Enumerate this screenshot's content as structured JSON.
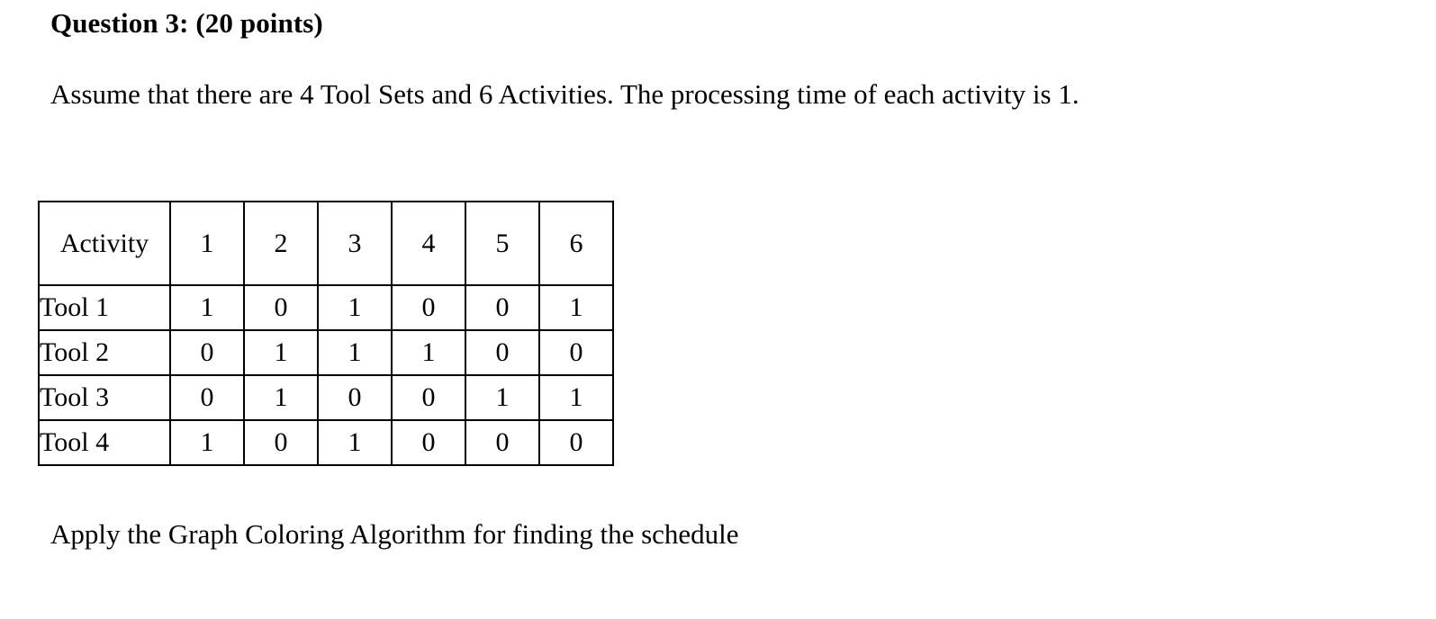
{
  "document": {
    "heading": "Question 3: (20 points)",
    "intro": "Assume that there are 4 Tool Sets and 6 Activities. The processing time of each activity is 1.",
    "closing": "Apply the Graph Coloring Algorithm for finding the schedule"
  },
  "table": {
    "corner_header": "Activity",
    "column_headers": [
      "1",
      "2",
      "3",
      "4",
      "5",
      "6"
    ],
    "rows": [
      {
        "label": "Tool 1",
        "values": [
          "1",
          "0",
          "1",
          "0",
          "0",
          "1"
        ]
      },
      {
        "label": "Tool 2",
        "values": [
          "0",
          "1",
          "1",
          "1",
          "0",
          "0"
        ]
      },
      {
        "label": "Tool 3",
        "values": [
          "0",
          "1",
          "0",
          "0",
          "1",
          "1"
        ]
      },
      {
        "label": "Tool 4",
        "values": [
          "1",
          "0",
          "1",
          "0",
          "0",
          "0"
        ]
      }
    ]
  },
  "colors": {
    "text": "#000000",
    "background": "#ffffff",
    "border": "#000000"
  }
}
